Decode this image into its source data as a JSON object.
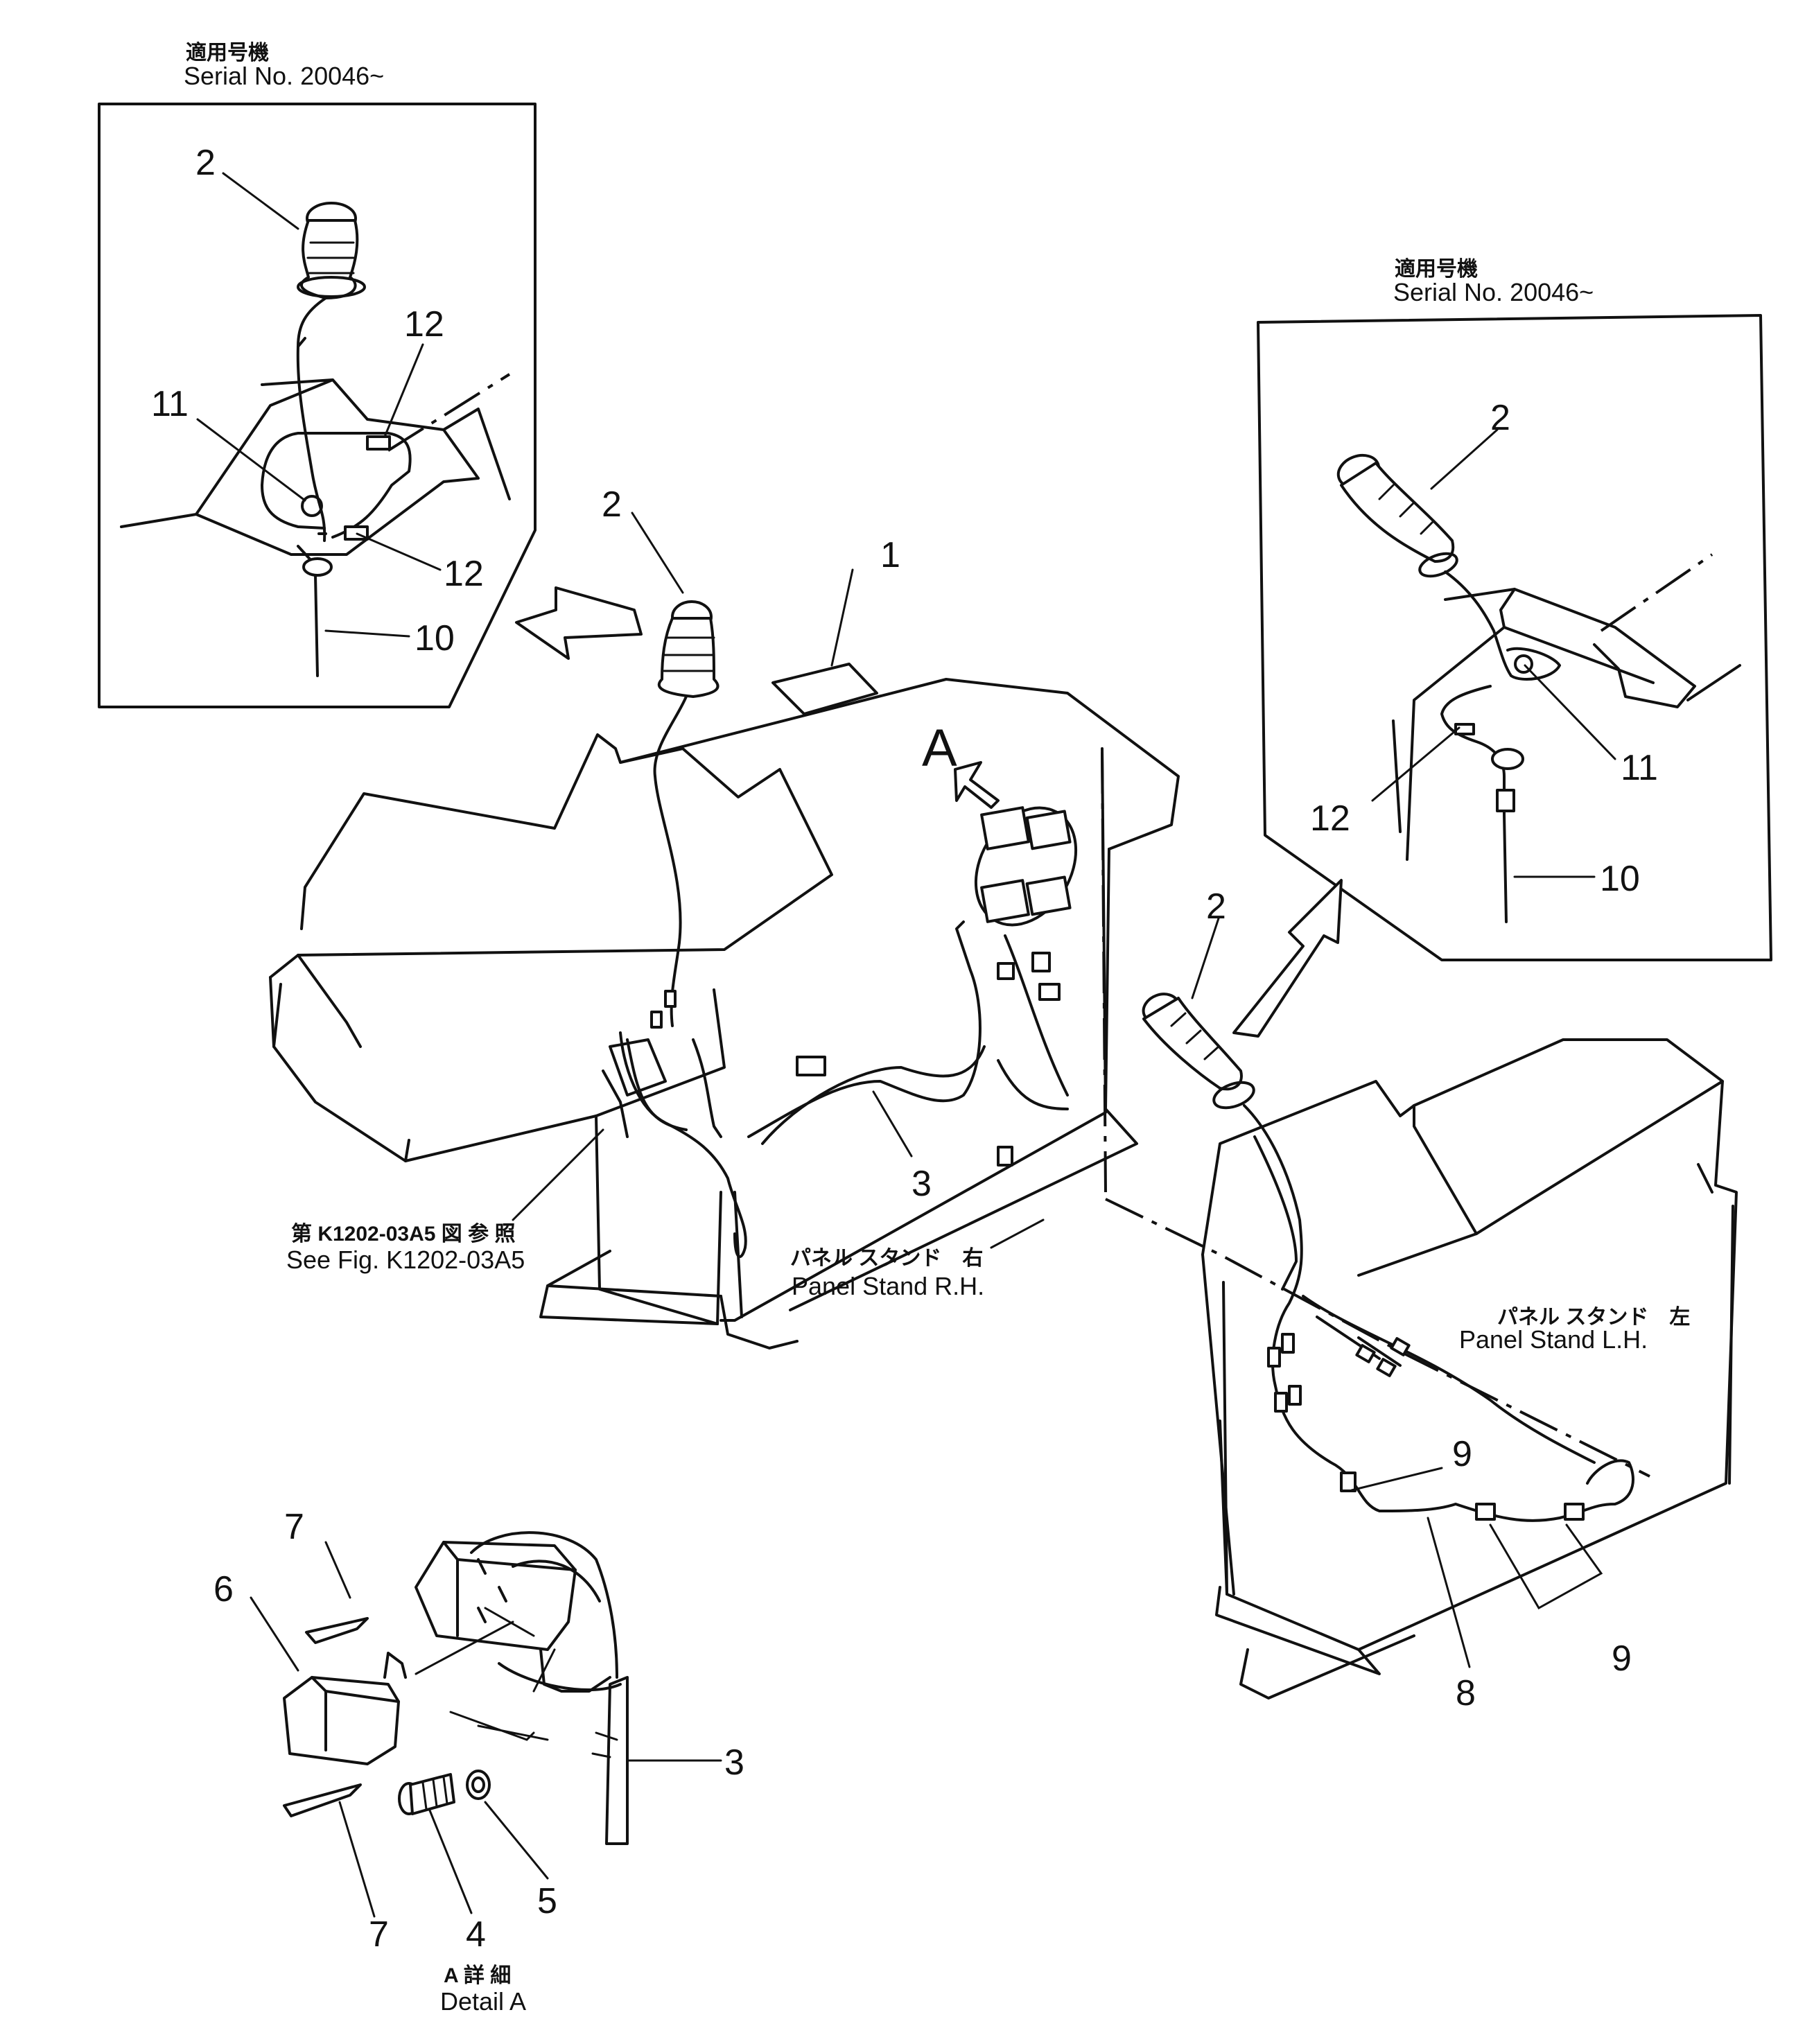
{
  "inset_left": {
    "jp_caption": "適用号機",
    "serial": "Serial  No. 20046~",
    "labels": {
      "p2": "2",
      "p12_top": "12",
      "p11": "11",
      "p12_bottom": "12",
      "p10": "10"
    }
  },
  "inset_right": {
    "jp_caption": "適用号機",
    "serial": "Serial  No. 20046~",
    "labels": {
      "p2": "2",
      "p11": "11",
      "p12": "12",
      "p10": "10"
    }
  },
  "main": {
    "p1": "1",
    "p2_right_stand": "2",
    "p2_left_stand": "2",
    "p3": "3",
    "p8": "8",
    "p9_top": "9",
    "p9_bottom": "9",
    "detail_marker": "A",
    "ref_jp": "第 K1202-03A5 図 参 照",
    "ref_en": "See Fig. K1202-03A5",
    "stand_rh_jp": "パネル スタンド　右",
    "stand_rh_en": "Panel Stand R.H.",
    "stand_lh_jp": "パネル スタンド　左",
    "stand_lh_en": "Panel Stand L.H."
  },
  "detail_a": {
    "labels": {
      "p7_top": "7",
      "p6": "6",
      "p3": "3",
      "p5": "5",
      "p4": "4",
      "p7_bottom": "7"
    },
    "caption_jp": "A 詳 細",
    "caption_en": "Detail A"
  }
}
